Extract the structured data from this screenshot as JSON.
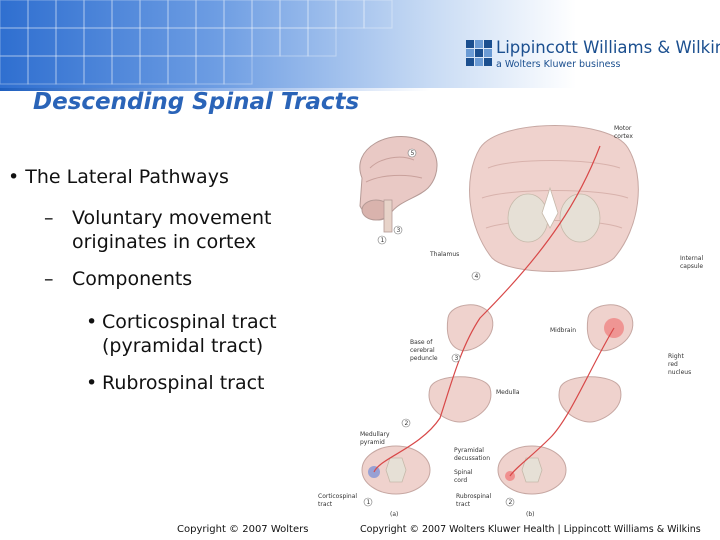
{
  "header": {
    "title": "Descending Spinal Tracts",
    "logo_name": "Lippincott Williams & Wilkins",
    "logo_sub": "a Wolters Kluwer business"
  },
  "content": {
    "bullet1": "The Lateral Pathways",
    "bullet2": "Voluntary movement originates in cortex",
    "bullet3": "Components",
    "bullet4": "Corticospinal tract (pyramidal tract)",
    "bullet5": "Rubrospinal tract",
    "dash": "–",
    "dot": "•"
  },
  "figure": {
    "labels": {
      "motor_cortex_1": "Motor",
      "motor_cortex_2": "cortex",
      "thalamus": "Thalamus",
      "internal_capsule_1": "Internal",
      "internal_capsule_2": "capsule",
      "midbrain": "Midbrain",
      "base_1": "Base of",
      "base_2": "cerebral",
      "base_3": "peduncle",
      "red_1": "Right",
      "red_2": "red",
      "red_3": "nucleus",
      "medulla": "Medulla",
      "med_pyr_1": "Medullary",
      "med_pyr_2": "pyramid",
      "pyr_dec_1": "Pyramidal",
      "pyr_dec_2": "decussation",
      "spinal_1": "Spinal",
      "spinal_2": "cord",
      "cs_1": "Corticospinal",
      "cs_2": "tract",
      "rs_1": "Rubrospinal",
      "rs_2": "tract",
      "part_a": "(a)",
      "part_b": "(b)",
      "n1": "1",
      "n2": "2",
      "n3": "3",
      "n4": "4",
      "n5": "5",
      "n1b": "1",
      "n2b": "2",
      "n3b": "3"
    }
  },
  "footer": {
    "copy_left": "Copyright © 2007 Wolters",
    "copy_right": "Copyright © 2007 Wolters Kluwer Health | Lippincott Williams & Wilkins"
  }
}
